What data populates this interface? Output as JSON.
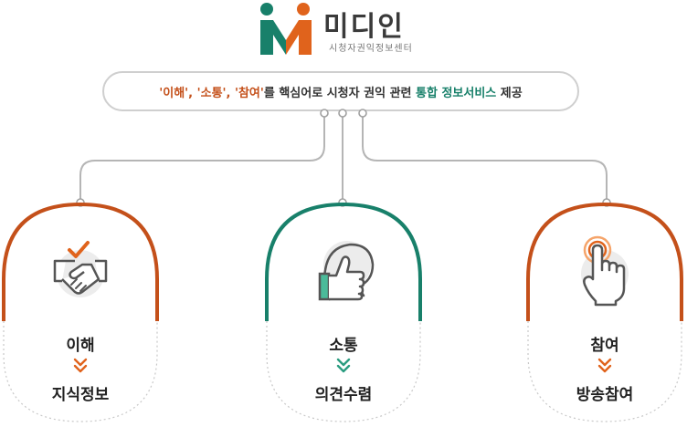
{
  "logo": {
    "name": "미디인",
    "subtitle": "시청자권익정보센터"
  },
  "banner": {
    "part1": "'이해', '소통', '참여'",
    "part2": "를 핵심어로 시청자 권익 관련 ",
    "part3": "통합 정보서비스",
    "part4": " 제공"
  },
  "cards": [
    {
      "title": "이해",
      "detail": "지식정보",
      "icon": "handshake-check-icon",
      "color": "#c4501a"
    },
    {
      "title": "소통",
      "detail": "의견수렴",
      "icon": "thumbs-up-speech-icon",
      "color": "#18806a"
    },
    {
      "title": "참여",
      "detail": "방송참여",
      "icon": "tap-finger-icon",
      "color": "#c4501a"
    }
  ],
  "colors": {
    "orange": "#c4501a",
    "green": "#18806a",
    "line": "#b5b5b5"
  }
}
